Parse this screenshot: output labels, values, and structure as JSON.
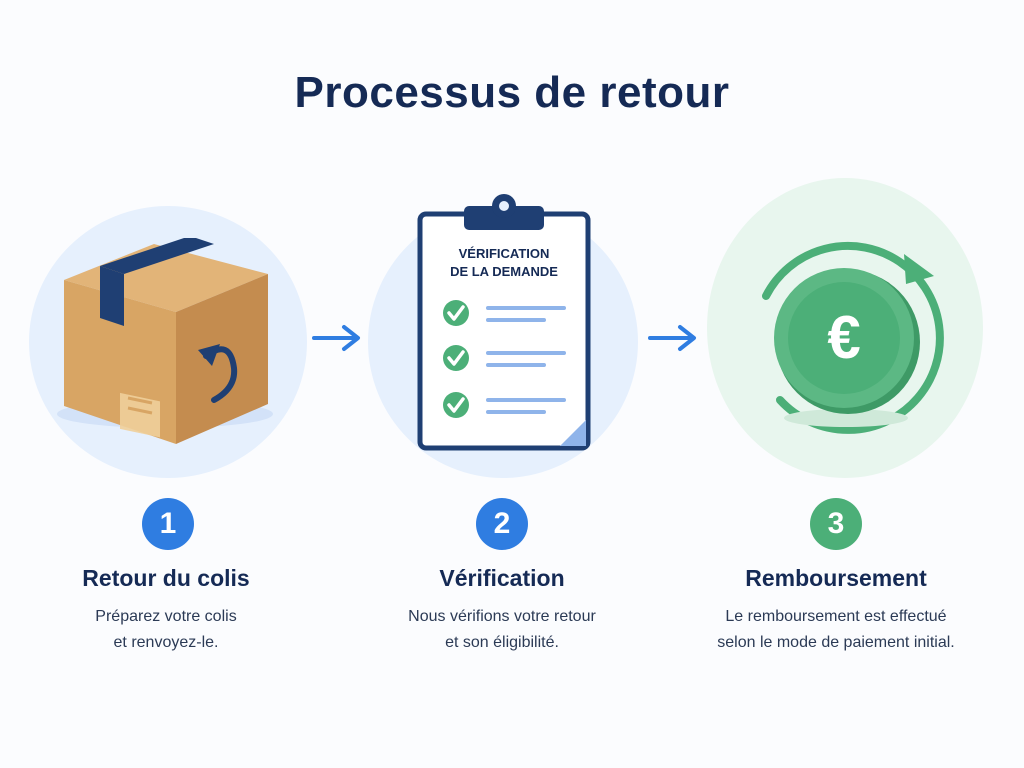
{
  "title": "Processus de retour",
  "colors": {
    "navy": "#152a55",
    "blue": "#2f7de1",
    "green": "#4caf78"
  },
  "clipboard": {
    "heading_line1": "VÉRIFICATION",
    "heading_line2": "DE LA DEMANDE"
  },
  "euro_symbol": "€",
  "steps": [
    {
      "number": "1",
      "title": "Retour du colis",
      "desc_line1": "Préparez votre colis",
      "desc_line2": "et renvoyez-le.",
      "icon": "return-box-icon"
    },
    {
      "number": "2",
      "title": "Vérification",
      "desc_line1": "Nous vérifions votre retour",
      "desc_line2": "et son éligibilité.",
      "icon": "clipboard-checklist-icon"
    },
    {
      "number": "3",
      "title": "Remboursement",
      "desc_line1": "Le remboursement est effectué",
      "desc_line2": "selon le mode de paiement initial.",
      "icon": "euro-refund-icon"
    }
  ]
}
